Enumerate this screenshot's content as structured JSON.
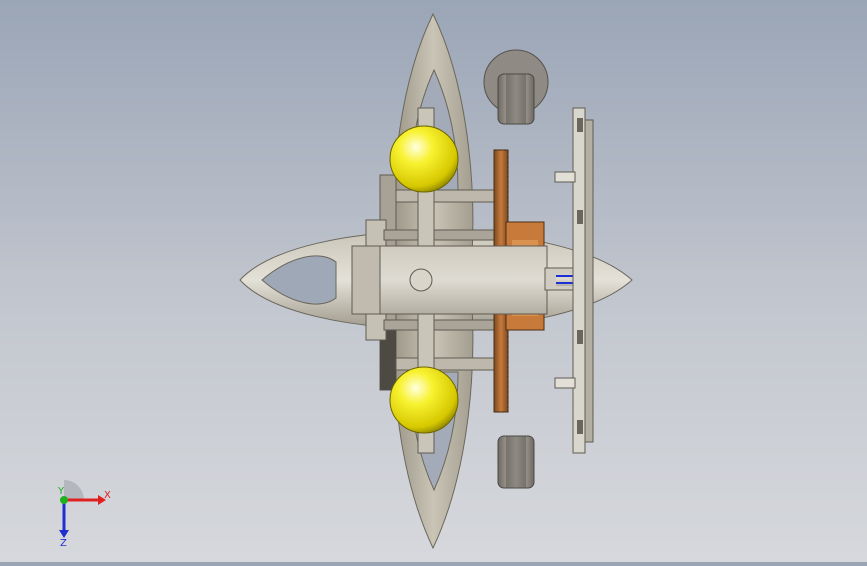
{
  "viewport": {
    "background_top": "#9aa5b6",
    "background_bottom": "#d6d8dc"
  },
  "model": {
    "plate_color": "#b7b2a4",
    "plate_light": "#d9d5c9",
    "plate_dark": "#8f8a7d",
    "ball_color": "#f5ef1a",
    "gear_color": "#b86a2e",
    "shaft_blue": "#1c2fd6"
  },
  "triad": {
    "x_label": "X",
    "y_label": "Y",
    "z_label": "Z",
    "x_color": "#e02020",
    "y_color": "#20b020",
    "z_color": "#2030d0"
  }
}
